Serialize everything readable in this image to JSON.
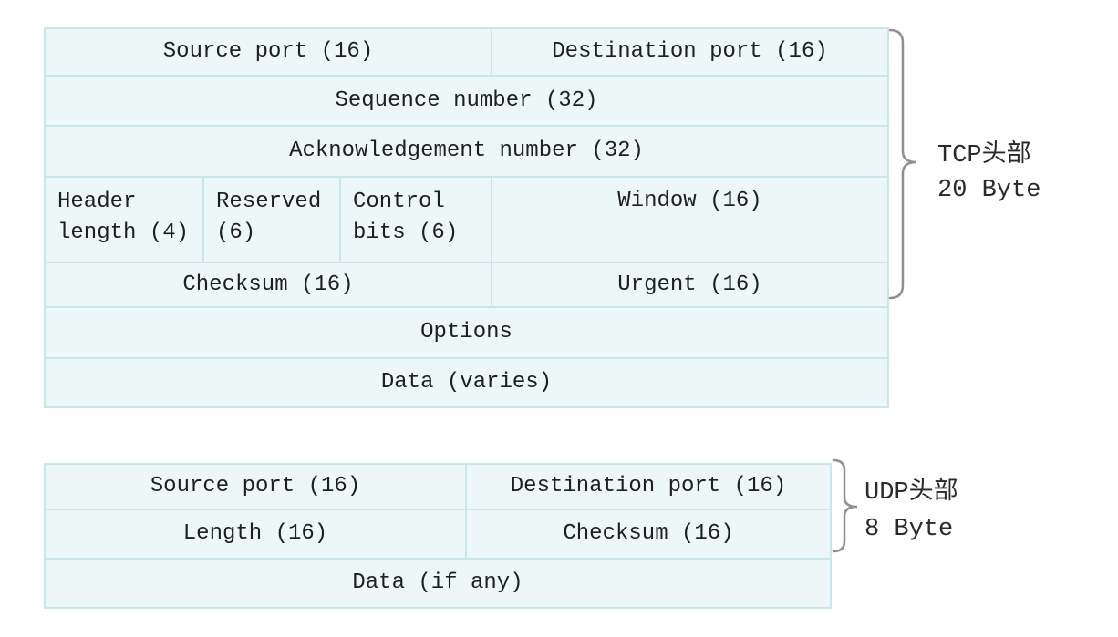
{
  "colors": {
    "page_background": "#ffffff",
    "cell_background": "#eef7f8",
    "grid_line": "#c9e6ea",
    "text": "#1f1f1f",
    "brace": "#8f8f8f"
  },
  "tcp": {
    "cells": {
      "source_port": "Source port (16)",
      "destination_port": "Destination port (16)",
      "sequence_number": "Sequence number (32)",
      "acknowledgement_number": "Acknowledgement number (32)",
      "header_length": "Header length (4)",
      "reserved": "Reserved (6)",
      "control_bits": "Control bits (6)",
      "window": "Window (16)",
      "checksum": "Checksum (16)",
      "urgent": "Urgent (16)",
      "options": "Options",
      "data": "Data (varies)"
    },
    "label_line1": "TCP头部",
    "label_line2": "20 Byte"
  },
  "udp": {
    "cells": {
      "source_port": "Source port (16)",
      "destination_port": "Destination port (16)",
      "length": "Length (16)",
      "checksum": "Checksum (16)",
      "data": "Data (if any)"
    },
    "label_line1": "UDP头部",
    "label_line2": "8 Byte"
  }
}
